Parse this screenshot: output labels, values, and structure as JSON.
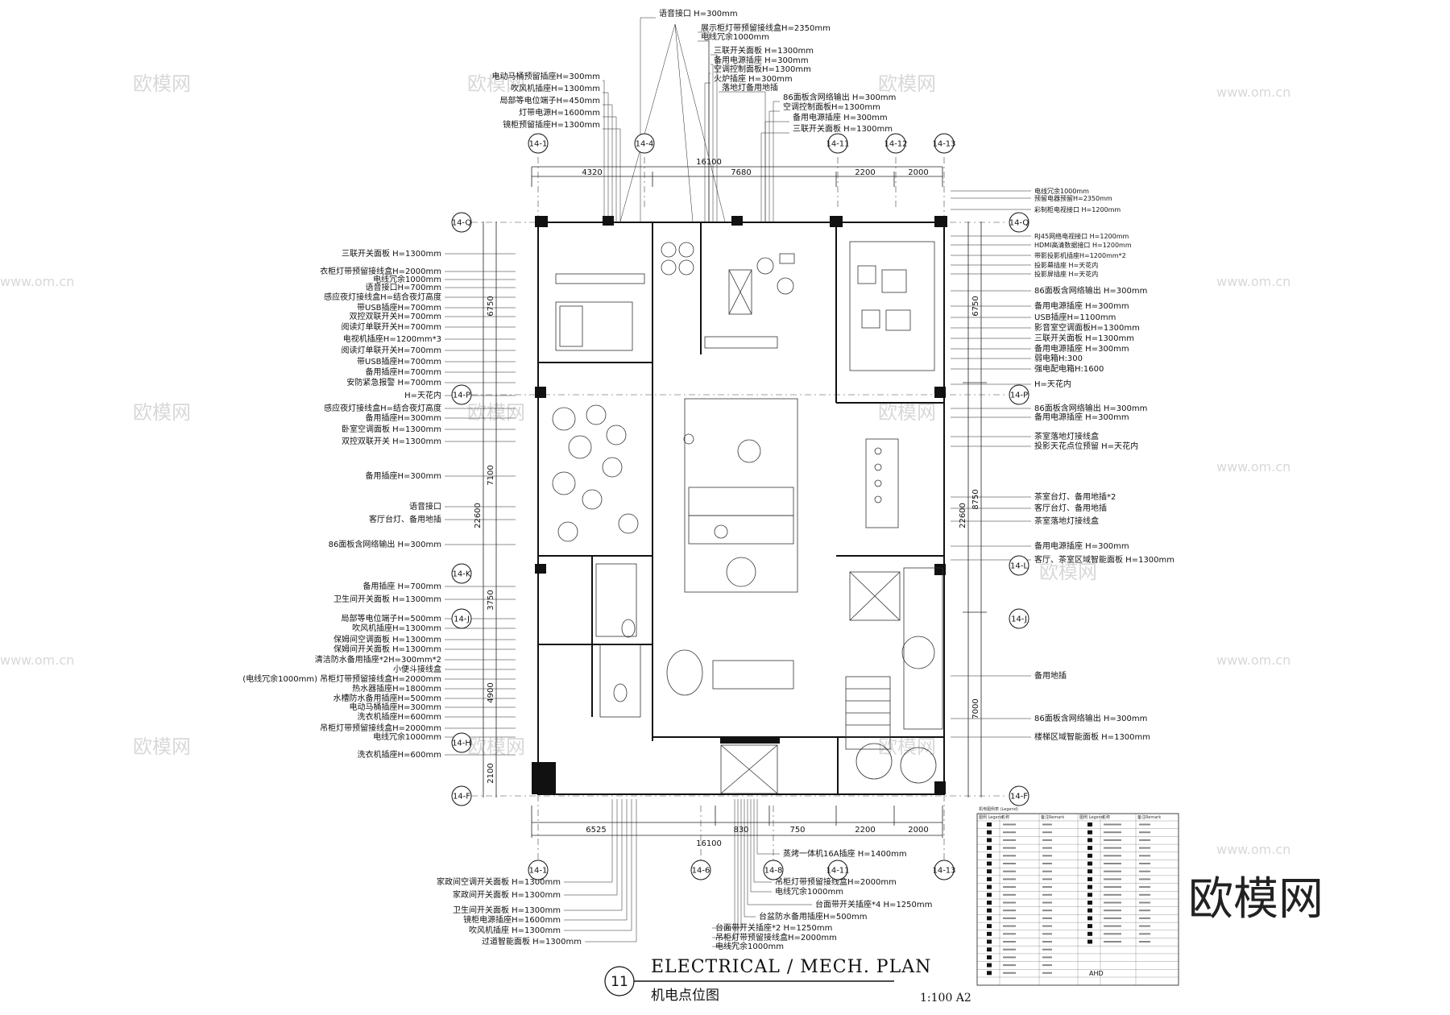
{
  "title": "ELECTRICAL / MECH. PLAN",
  "subtitle": "机电点位图",
  "drawing_number": "11",
  "scale": "1:100 A2",
  "brand": "欧模网",
  "watermark_text": "欧模网",
  "watermark_url": "www.om.cn",
  "grid_top": [
    "14-1",
    "14-4",
    "14-11",
    "14-12",
    "14-13"
  ],
  "grid_bottom": [
    "14-1",
    "14-6",
    "14-8",
    "14-11",
    "14-13"
  ],
  "grid_left": [
    "14-Q",
    "14-P",
    "14-K",
    "14-J",
    "14-H",
    "14-F"
  ],
  "grid_right": [
    "14-Q",
    "14-P",
    "14-L",
    "14-J",
    "14-F"
  ],
  "dims_top": {
    "total": "16100",
    "seg1": "4320",
    "seg2": "7680",
    "seg3": "2200",
    "seg4": "2000"
  },
  "dims_bottom": {
    "total": "16100",
    "seg1": "6525",
    "seg2": "830",
    "seg3": "750",
    "seg4": "2200",
    "seg5": "2000"
  },
  "dims_left": {
    "total": "22600",
    "seg1": "6750",
    "seg2": "7100",
    "seg3": "3750",
    "seg4": "4900",
    "seg5": "2100"
  },
  "dims_right": {
    "total": "22600",
    "seg1": "6750",
    "seg2": "8750",
    "seg3": "7000"
  },
  "labels_top": [
    "语音接口 H=300mm",
    "展示柜灯带预留接线盒H=2350mm",
    "电线冗余1000mm",
    "三联开关面板 H=1300mm",
    "备用电源插座 H=300mm",
    "空调控制面板H=1300mm",
    "火炉插座 H=300mm",
    "落地灯备用地插",
    "86面板含网络输出 H=300mm",
    "空调控制面板H=1300mm",
    "备用电源插座 H=300mm",
    "三联开关面板 H=1300mm",
    "电动马桶预留插座H=300mm",
    "吹风机插座H=1300mm",
    "局部等电位端子H=450mm",
    "灯带电源H=1600mm",
    "镜柜预留插座H=1300mm"
  ],
  "labels_left": [
    "三联开关面板 H=1300mm",
    "衣柜灯带预留接线盒H=2000mm",
    "电线冗余1000mm",
    "语音接口H=700mm",
    "感应夜灯接线盒H=结合夜灯高度",
    "带USB插座H=700mm",
    "双控双联开关H=700mm",
    "阅读灯单联开关H=700mm",
    "电视机插座H=1200mm*3",
    "阅读灯单联开关H=700mm",
    "带USB插座H=700mm",
    "备用插座H=700mm",
    "安防紧急报警 H=700mm",
    "H=天花内",
    "感应夜灯接线盒H=结合夜灯高度",
    "备用插座H=300mm",
    "卧室空调面板 H=1300mm",
    "双控双联开关 H=1300mm",
    "备用插座H=300mm",
    "语音接口",
    "客厅台灯、备用地插",
    "86面板含网络输出 H=300mm",
    "备用插座 H=700mm",
    "卫生间开关面板 H=1300mm",
    "局部等电位端子H=500mm",
    "吹风机插座H=1300mm",
    "保姆间空调面板 H=1300mm",
    "保姆间开关面板 H=1300mm",
    "清洁防水备用插座*2H=300mm*2",
    "小便斗接线盒",
    "(电线冗余1000mm) 吊柜灯带预留接线盒H=2000mm",
    "热水器插座H=1800mm",
    "水槽防水备用插座H=500mm",
    "电动马桶插座H=300mm",
    "洗衣机插座H=600mm",
    "吊柜灯带预留接线盒H=2000mm",
    "电线冗余1000mm",
    "洗衣机插座H=600mm"
  ],
  "labels_right": [
    "电线冗余1000mm",
    "预留电器预留H=2350mm",
    "彩制柜电视接口 H=1200mm",
    "RJ45网络电视接口 H=1200mm",
    "HDMI高清数据接口 H=1200mm",
    "带影投影机插座H=1200mm*2",
    "投影幕插座 H=天花内",
    "投影屏插座 H=天花内",
    "86面板含网络输出 H=300mm",
    "备用电源插座 H=300mm",
    "USB插座H=1100mm",
    "影音室空调面板H=1300mm",
    "三联开关面板 H=1300mm",
    "备用电源插座 H=300mm",
    "弱电箱H:300",
    "强电配电箱H:1600",
    "H=天花内",
    "86面板含网络输出 H=300mm",
    "备用电源插座 H=300mm",
    "茶室落地灯接线盒",
    "投影天花点位预留 H=天花内",
    "茶室台灯、备用地插*2",
    "客厅台灯、备用地插",
    "茶室落地灯接线盒",
    "备用电源插座 H=300mm",
    "客厅、茶室区域智能面板 H=1300mm",
    "备用地插",
    "86面板含网络输出 H=300mm",
    "楼梯区域智能面板 H=1300mm"
  ],
  "labels_bottom": [
    "蒸烤一体机16A插座 H=1400mm",
    "吊柜灯带预留接线盒H=2000mm",
    "电线冗余1000mm",
    "台面带开关插座*4 H=1250mm",
    "台盆防水备用插座H=500mm",
    "台面带开关插座*2 H=1250mm",
    "吊柜灯带预留接线盒H=2000mm",
    "电线冗余1000mm",
    "家政间空调开关面板 H=1300mm",
    "家政间开关面板 H=1300mm",
    "卫生间开关面板 H=1300mm",
    "镜柜电源插座H=1600mm",
    "吹风机插座 H=1300mm",
    "过道智能面板 H=1300mm"
  ],
  "legend": {
    "caption": "机电图例表 (Legend)",
    "headers": [
      "图例 Legend",
      "名称",
      "备注Remark",
      "图例 Legend",
      "名称",
      "备注Remark"
    ],
    "ahd_label": "AHD"
  }
}
